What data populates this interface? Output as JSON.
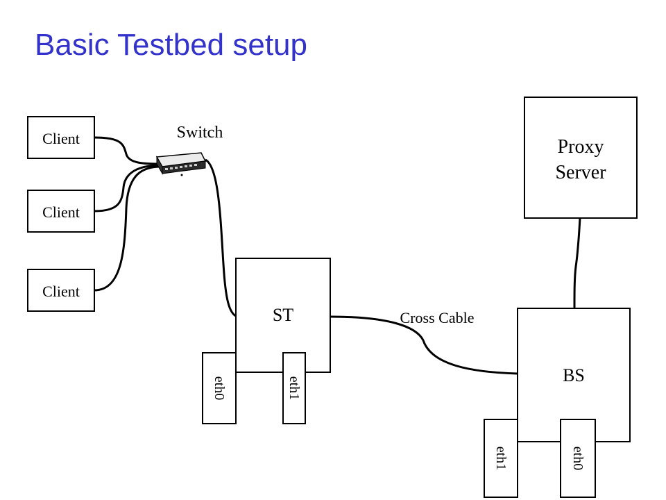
{
  "title": "Basic Testbed setup",
  "diagram": {
    "clients": [
      {
        "label": "Client"
      },
      {
        "label": "Client"
      },
      {
        "label": "Client"
      }
    ],
    "switch_label": "Switch",
    "proxy": {
      "line1": "Proxy",
      "line2": "Server"
    },
    "st": {
      "label": "ST",
      "ports": [
        "eth0",
        "eth1"
      ]
    },
    "bs": {
      "label": "BS",
      "ports": [
        "eth1",
        "eth0"
      ]
    },
    "cross_cable_label": "Cross Cable"
  }
}
